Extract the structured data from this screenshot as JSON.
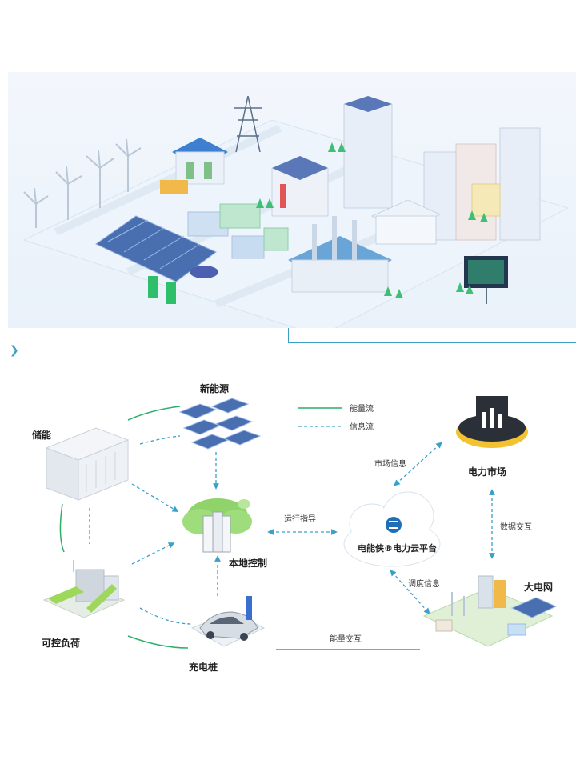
{
  "diagram": {
    "nodes": {
      "new_energy": "新能源",
      "storage": "储能",
      "local_control": "本地控制",
      "controllable_load": "可控负荷",
      "charging_pile": "充电桩",
      "power_market": "电力市场",
      "cloud_platform": "电能侠®电力云平台",
      "big_grid": "大电网"
    },
    "legend": {
      "energy_flow": "能量流",
      "info_flow": "信息流"
    },
    "edges": {
      "run_command": "运行指导",
      "market_info": "市场信息",
      "data_exchange": "数据交互",
      "dispatch_info": "调度信息",
      "energy_exchange": "能量交互"
    },
    "colors": {
      "energy_flow": "#2fae6a",
      "info_flow": "#3aa0c8",
      "cloud_logo": "#1e6fb8"
    }
  }
}
